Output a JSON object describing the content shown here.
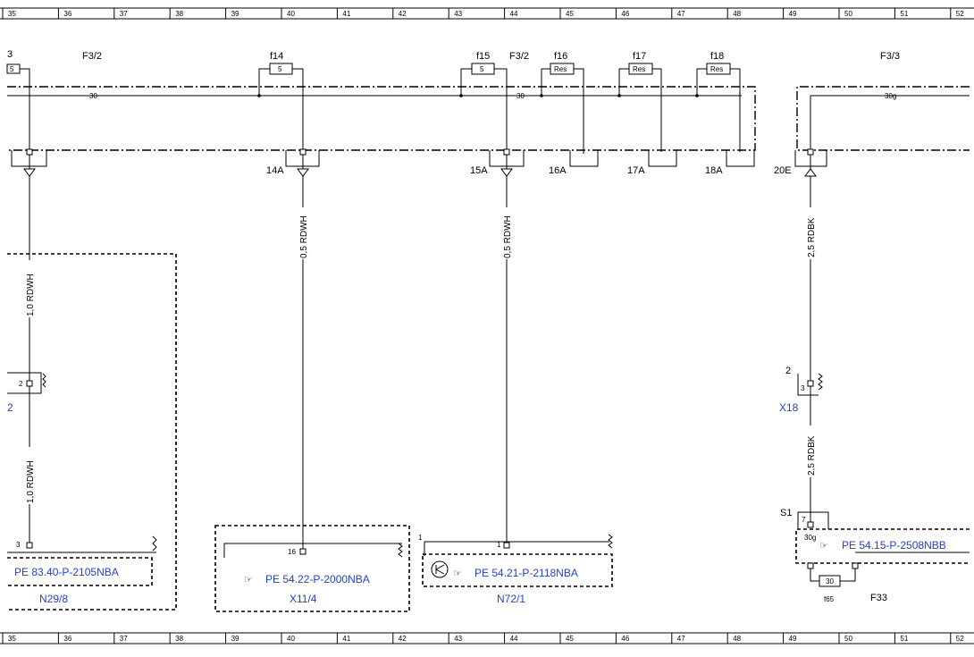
{
  "ruler": {
    "numbers": [
      "35",
      "36",
      "37",
      "38",
      "39",
      "40",
      "41",
      "42",
      "43",
      "44",
      "45",
      "46",
      "47",
      "48",
      "49",
      "50",
      "51",
      "52"
    ]
  },
  "labels": {
    "f3_2_left": "F3/2",
    "f3_2_mid": "F3/2",
    "f3_3": "F3/3",
    "bus_30_a": "30",
    "bus_30_b": "30",
    "bus_30g": "30g",
    "fuse_partial": "3"
  },
  "fuses": [
    {
      "name": "f14",
      "value": "5"
    },
    {
      "name": "f15",
      "value": "5"
    },
    {
      "name": "f16",
      "value": "Res"
    },
    {
      "name": "f17",
      "value": "Res"
    },
    {
      "name": "f18",
      "value": "Res"
    },
    {
      "name": "",
      "value": "5"
    }
  ],
  "terminals": {
    "t14A": "14A",
    "t15A": "15A",
    "t16A": "16A",
    "t17A": "17A",
    "t18A": "18A",
    "t20E": "20E"
  },
  "wires": {
    "w1": "1,0 RDWH",
    "w2": "1,0 RDWH",
    "w3": "0,5 RDWH",
    "w4": "0,5 RDWH",
    "w5": "2,5 RDBK",
    "w6": "2,5 RDBK"
  },
  "connectors": {
    "left_pin": "2",
    "left_sub": "2",
    "x18_pin_top": "2",
    "x18_pin": "3",
    "x18_name": "X18",
    "n29_pin": "3",
    "x11_pin": "16",
    "n72_pin": "1",
    "n72_corner": "1",
    "s1": "S1",
    "s1_pin": "7",
    "s1_30g": "30g"
  },
  "components": [
    {
      "ref": "PE 83.40-P-2105NBA",
      "name": "N29/8"
    },
    {
      "ref": "PE 54.22-P-2000NBA",
      "name": "X11/4"
    },
    {
      "ref": "PE 54.21-P-2118NBA",
      "name": "N72/1"
    },
    {
      "ref": "PE 54.15-P-2508NBB",
      "name": "F33"
    }
  ],
  "f65": {
    "name": "f65",
    "value": "30"
  },
  "colors": {
    "line": "#000000",
    "reference": "#1f3fe0",
    "background": "#ffffff"
  }
}
